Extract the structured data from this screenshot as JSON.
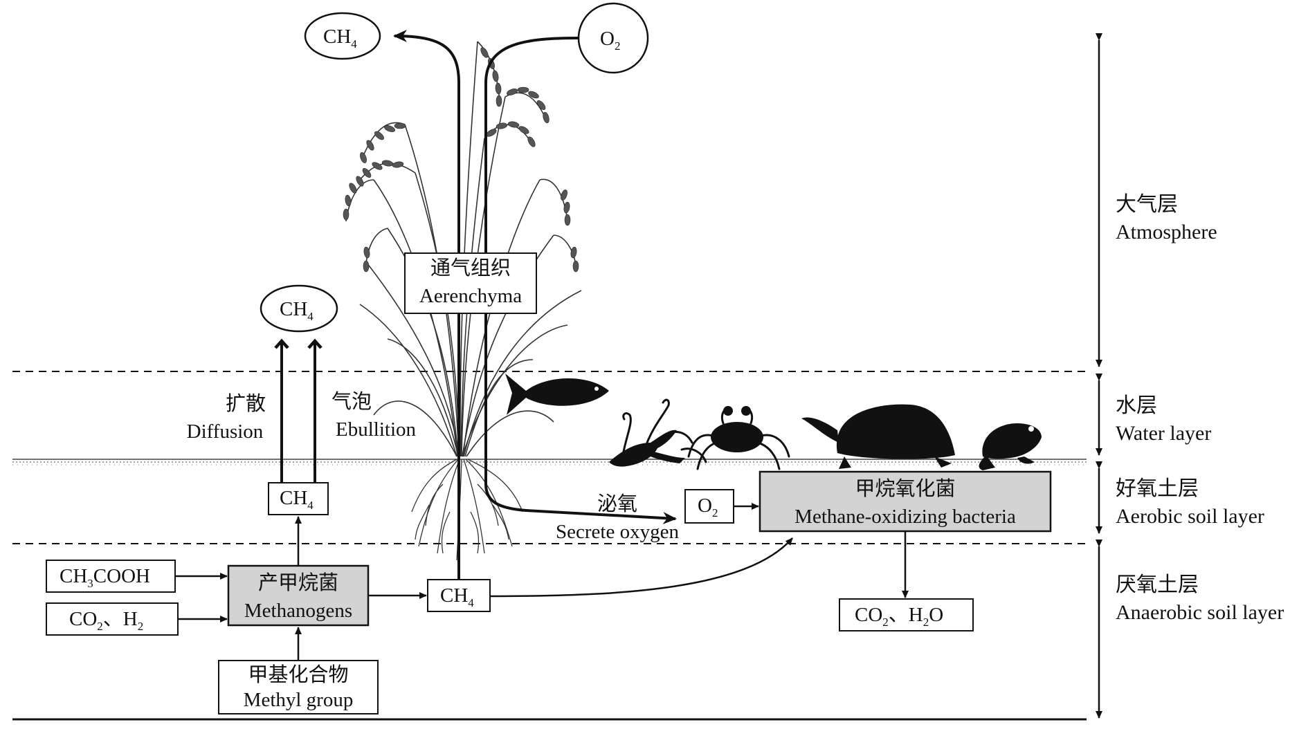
{
  "layers": [
    {
      "zh": "大气层",
      "en": "Atmosphere"
    },
    {
      "zh": "水层",
      "en": "Water layer"
    },
    {
      "zh": "好氧土层",
      "en": "Aerobic soil layer"
    },
    {
      "zh": "厌氧土层",
      "en": "Anaerobic soil layer"
    }
  ],
  "circles": {
    "ch4_top": {
      "main": "CH",
      "sub": "4"
    },
    "o2_top": {
      "main": "O",
      "sub": "2"
    },
    "ch4_mid": {
      "main": "CH",
      "sub": "4"
    }
  },
  "aerenchyma": {
    "zh": "通气组织",
    "en": "Aerenchyma"
  },
  "diffusion": {
    "zh": "扩散",
    "en": "Diffusion"
  },
  "ebullition": {
    "zh": "气泡",
    "en": "Ebullition"
  },
  "secrete": {
    "zh": "泌氧",
    "en": "Secrete oxygen"
  },
  "boxes": {
    "ch4_soil": {
      "main": "CH",
      "sub": "4"
    },
    "o2_soil": {
      "main": "O",
      "sub": "2"
    },
    "mob": {
      "zh": "甲烷氧化菌",
      "en": "Methane-oxidizing bacteria"
    },
    "acetic": {
      "pre": "CH",
      "sub": "3",
      "post": "COOH"
    },
    "co2h2": {
      "a": "CO",
      "asub": "2",
      "sep": "、H",
      "bsub": "2"
    },
    "methanogens": {
      "zh": "产甲烷菌",
      "en": "Methanogens"
    },
    "ch4_anaer": {
      "main": "CH",
      "sub": "4"
    },
    "methyl": {
      "zh": "甲基化合物",
      "en": "Methyl group"
    },
    "co2h2o": {
      "a": "CO",
      "asub": "2",
      "mid": "、H",
      "bsub": "2",
      "post": "O"
    }
  },
  "animals": [
    "fish-icon",
    "crayfish-icon",
    "crab-icon",
    "turtle-icon",
    "frog-icon"
  ],
  "colors": {
    "bacteria_fill": "#d3d3d3",
    "line": "#111111"
  }
}
